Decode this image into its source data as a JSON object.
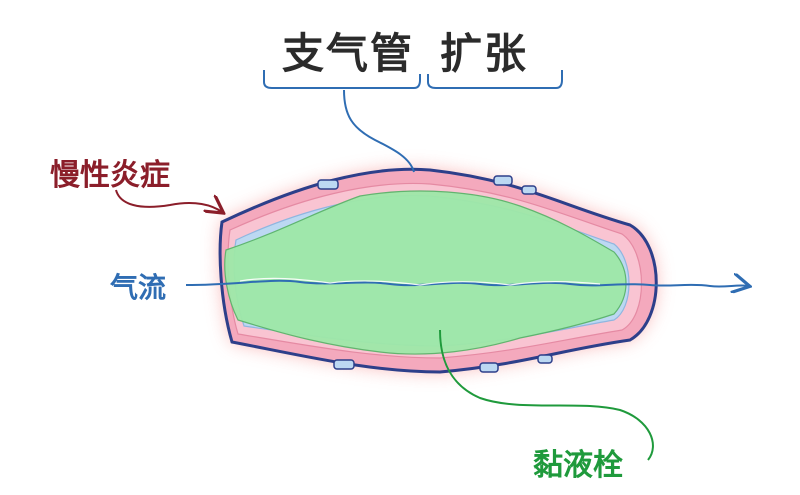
{
  "title": {
    "part1": "支气管",
    "part2": "扩张"
  },
  "labels": {
    "inflammation": "慢性炎症",
    "airflow": "气流",
    "mucus_plug": "黏液栓"
  },
  "colors": {
    "title": "#2b2b2b",
    "bracket": "#2f6db3",
    "inflammation": "#8b1e2a",
    "airflow": "#2f6db3",
    "mucus_plug": "#1f9a3c",
    "wall_outline": "#2d3f8a",
    "mucus_fill": "#9ee8a8",
    "glow": "#f7a3a3"
  }
}
